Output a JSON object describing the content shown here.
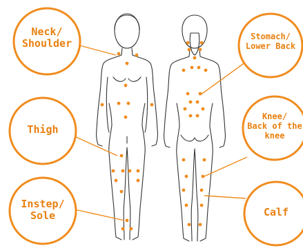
{
  "colors": {
    "accent": "#f08c1e",
    "dot": "#f08c1e",
    "outline": "#333333",
    "text": "#e98010"
  },
  "labels": {
    "neck_shoulder": [
      "Neck/",
      "Shoulder"
    ],
    "stomach_lower_back": [
      "Stomach/",
      "Lower Back"
    ],
    "thigh": [
      "Thigh"
    ],
    "knee_back": [
      "Knee/",
      "Back of the",
      "knee"
    ],
    "instep_sole": [
      "Instep/",
      "Sole"
    ],
    "calf": [
      "Calf"
    ]
  }
}
